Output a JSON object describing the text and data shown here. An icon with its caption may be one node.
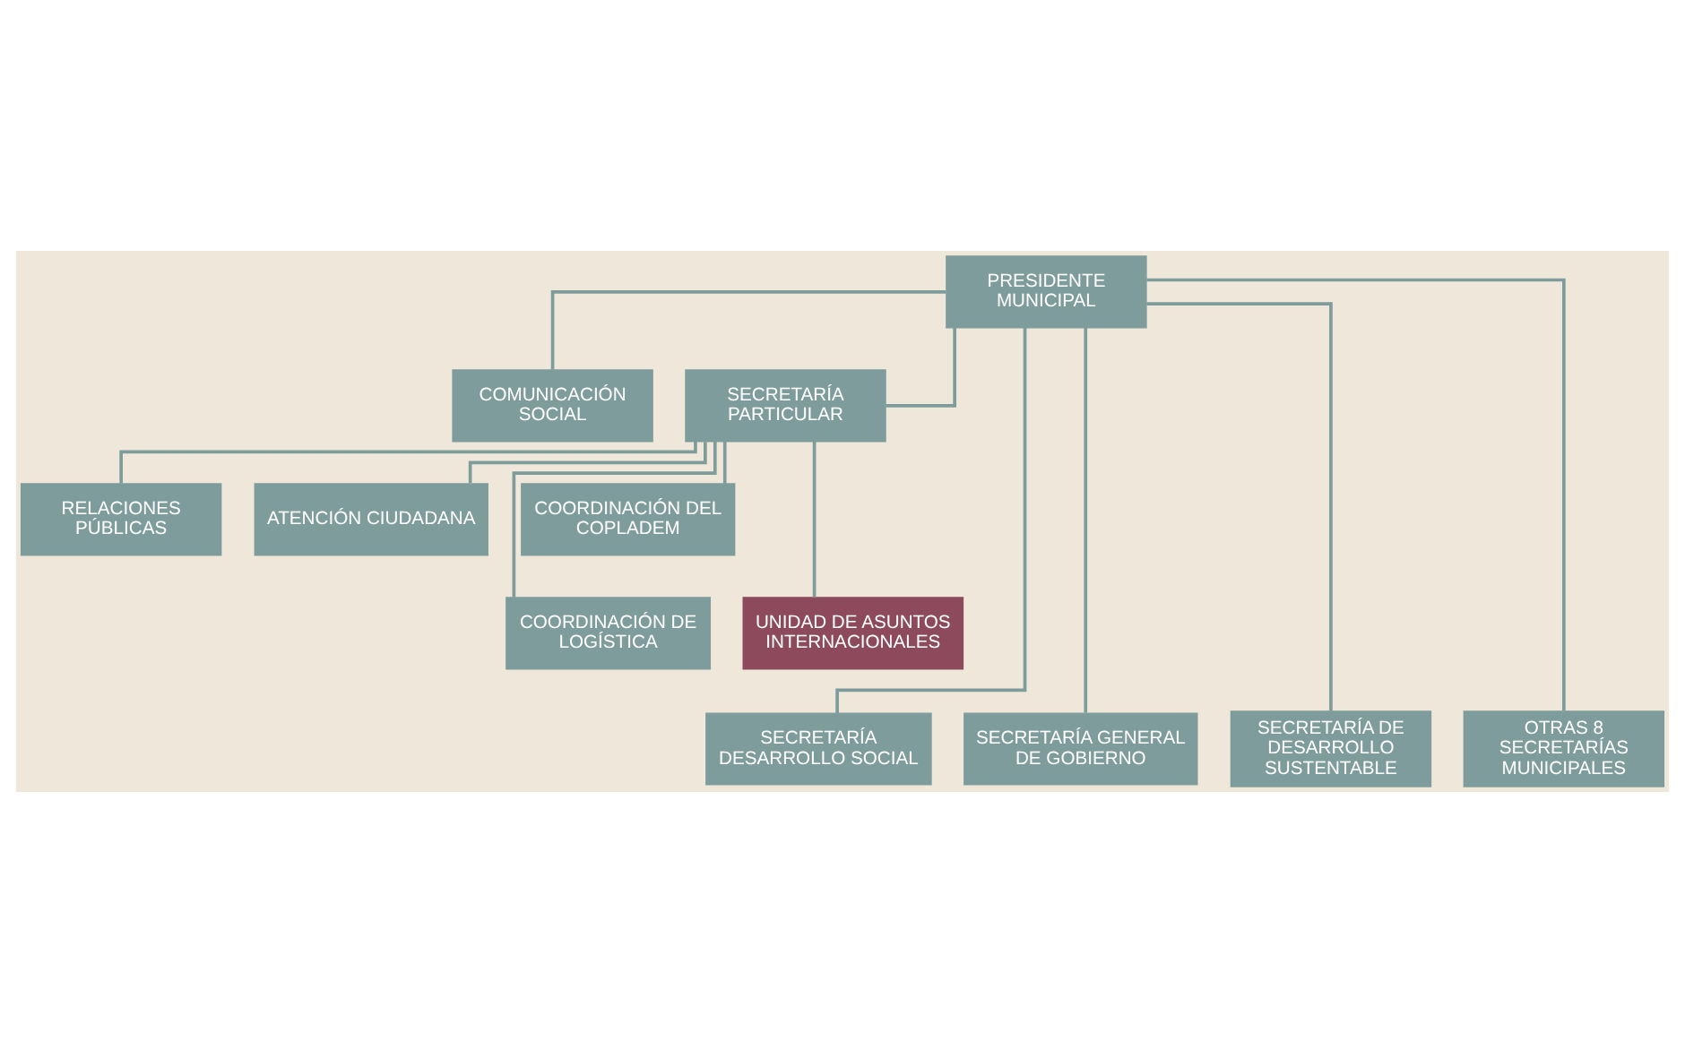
{
  "diagram": {
    "nodes": [
      {
        "text": [
          "PRESIDENTE MUNICIPAL"
        ]
      },
      {
        "text": [
          "COMUNICACIÓN SOCIAL"
        ]
      },
      {
        "text": [
          "SECRETARÍA PARTICULAR"
        ]
      },
      {
        "text": [
          "RELACIONES PÚBLICAS"
        ]
      },
      {
        "text": [
          "ATENCIÓN CIUDADANA"
        ]
      },
      {
        "text": [
          "COORDINACIÓN DEL COPLADEM"
        ]
      },
      {
        "text": [
          "COORDINACIÓN DE LOGÍSTICA"
        ]
      },
      {
        "text": [
          "UNIDAD DE ASUNTOS INTERNACIONALES"
        ]
      },
      {
        "text": [
          "SECRETARÍA DESARROLLO SOCIAL"
        ]
      },
      {
        "text": [
          "SECRETARÍA GENERAL DE GOBIERNO"
        ]
      },
      {
        "text": [
          "SECRETARÍA DE DESARROLLO SUSTENTABLE"
        ]
      },
      {
        "text": [
          "OTRAS 8 SECRETARÍAS MUNICIPALES"
        ]
      }
    ],
    "edges": [
      {
        "from": 0,
        "to": 1,
        "arrow": "none"
      },
      {
        "from": 0,
        "to": 2,
        "arrow": "none"
      },
      {
        "from": 2,
        "to": 3,
        "arrow": "none"
      },
      {
        "from": 2,
        "to": 4,
        "arrow": "none"
      },
      {
        "from": 2,
        "to": 5,
        "arrow": "none"
      },
      {
        "from": 2,
        "to": 6,
        "arrow": "none"
      },
      {
        "from": 2,
        "to": 7,
        "arrow": "none"
      },
      {
        "from": 0,
        "to": 8,
        "arrow": "none"
      },
      {
        "from": 0,
        "to": 9,
        "arrow": "none"
      },
      {
        "from": 0,
        "to": 10,
        "arrow": "none"
      },
      {
        "from": 0,
        "to": 11,
        "arrow": "none"
      }
    ]
  }
}
